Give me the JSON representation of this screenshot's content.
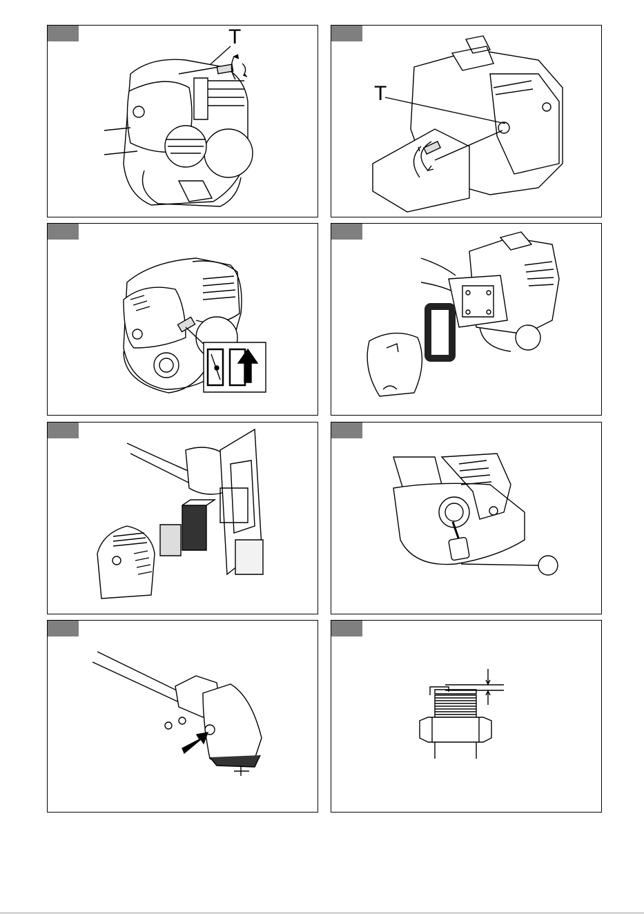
{
  "panels": [
    {
      "id": 1,
      "callout_label": "T"
    },
    {
      "id": 2,
      "callout_label": "T"
    },
    {
      "id": 3
    },
    {
      "id": 4
    },
    {
      "id": 5
    },
    {
      "id": 6
    },
    {
      "id": 7
    },
    {
      "id": 8
    }
  ],
  "colors": {
    "tab": "#7f7f7f",
    "line": "#000000",
    "background": "#ffffff"
  }
}
